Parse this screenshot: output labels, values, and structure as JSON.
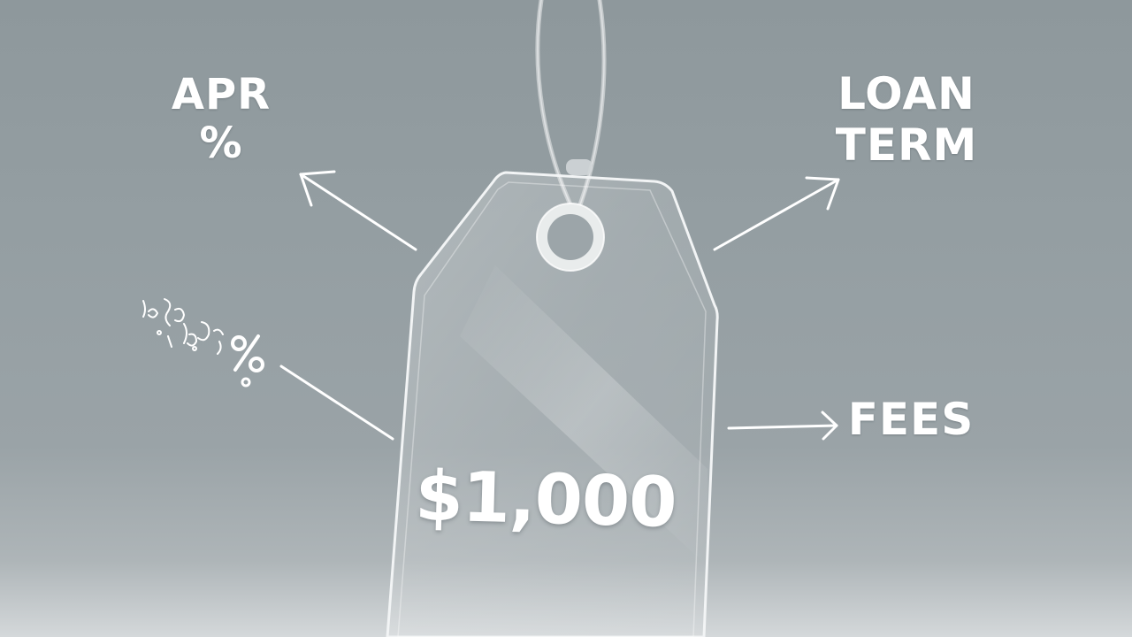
{
  "labels": {
    "apr_line1": "APR",
    "apr_line2": "%",
    "loan_term_line1": "LOAN",
    "loan_term_line2": "TERM",
    "fees": "FEES"
  },
  "tag": {
    "price": "$1,000"
  },
  "colors": {
    "background": "#949ea2",
    "text": "#ffffff",
    "string": "#c9ced0"
  },
  "icons": {
    "apr_arrow": "arrow-up-left-icon",
    "loan_term_arrow": "arrow-up-right-icon",
    "fees_arrow": "arrow-right-icon",
    "hidden_charges_arrow": "line-icon"
  }
}
